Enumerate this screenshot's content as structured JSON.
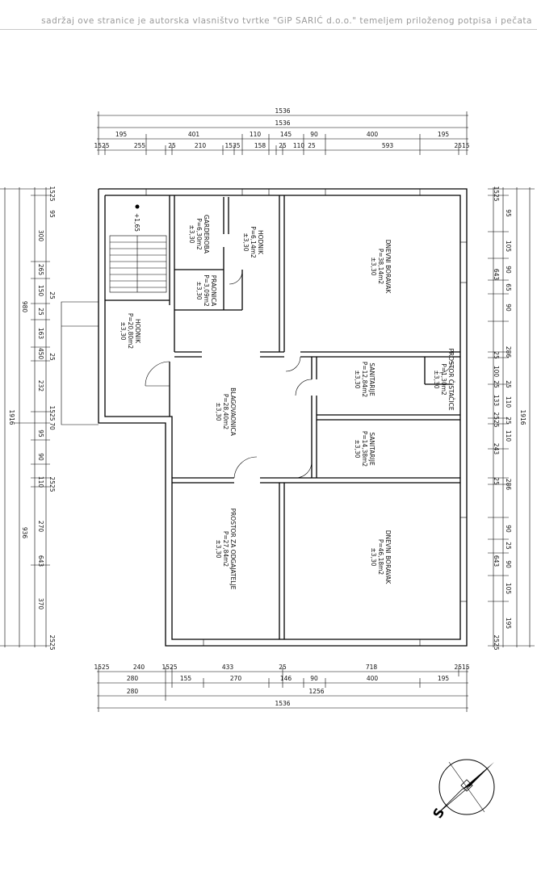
{
  "header": {
    "notice": "sadržaj ove stranice je autorska vlasništvo tvrtke \"GiP SARIĆ d.o.o.\" temeljem priloženog potpisa i pečata"
  },
  "top_dimensions": {
    "row1": [
      "1536"
    ],
    "row2": [
      "1536"
    ],
    "row3": [
      "195",
      "401",
      "110",
      "145",
      "90",
      "400",
      "195"
    ],
    "row4": [
      "1525",
      "255",
      "25",
      "210",
      "1535",
      "158",
      "25",
      "110",
      "25",
      "593",
      "2515"
    ]
  },
  "bottom_dimensions": {
    "row1": [
      "1525",
      "240",
      "1525",
      "433",
      "25",
      "718",
      "2515"
    ],
    "row2": [
      "280",
      "155",
      "270",
      "146",
      "90",
      "400",
      "195"
    ],
    "row3": [
      "280",
      "1256"
    ],
    "row4": [
      "1536"
    ]
  },
  "left_dimensions": {
    "outer": [
      "1916"
    ],
    "mid": [
      "980",
      "936"
    ],
    "inner": [
      "300",
      "265",
      "150",
      "25",
      "163",
      "450",
      "232",
      "95",
      "90",
      "110",
      "270",
      "643",
      "370"
    ],
    "edge": [
      "1525",
      "95",
      "25",
      "25",
      "1525",
      "70",
      "2525",
      "2525"
    ]
  },
  "right_dimensions": {
    "outer": [
      "1916"
    ],
    "mid": [
      "643",
      "286",
      "243",
      "286",
      "643"
    ],
    "inner": [
      "95",
      "105",
      "90",
      "65",
      "90",
      "25",
      "100",
      "25",
      "133",
      "110",
      "25",
      "110",
      "90",
      "25",
      "90",
      "105",
      "195"
    ],
    "edge": [
      "1525",
      "25",
      "2525",
      "25",
      "2525"
    ]
  },
  "rooms": [
    {
      "name": "HODNIK",
      "area": "P=20,80m2",
      "level": "±3,30"
    },
    {
      "name": "GARDEROBA",
      "area": "P=6,30m2",
      "level": "±3,30"
    },
    {
      "name": "HODNIK",
      "area": "P=6,14m2",
      "level": "±3,30"
    },
    {
      "name": "PRAONICA",
      "area": "P=3,09m2",
      "level": "±3,30"
    },
    {
      "name": "DNEVNI BORAVAK",
      "area": "P=38,14m2",
      "level": "±3,30"
    },
    {
      "name": "PROSTOR ČISTAČICE",
      "area": "P=1,30m2",
      "level": "±3,30"
    },
    {
      "name": "SANITARIJE",
      "area": "P=12,84m2",
      "level": "±3,30"
    },
    {
      "name": "SANITARIJE",
      "area": "P=14,38m2",
      "level": "±3,30"
    },
    {
      "name": "BLAGOVAONICA",
      "area": "P=28,40m2",
      "level": "±3,30"
    },
    {
      "name": "PROSTOR ZA ODGAJATELJE",
      "area": "P=27,84m2",
      "level": "±3,30"
    },
    {
      "name": "DNEVNI BORAVAK",
      "area": "P=46,18m2",
      "level": "±3,30"
    }
  ],
  "stair_level": "+1,65",
  "compass_label": "S"
}
